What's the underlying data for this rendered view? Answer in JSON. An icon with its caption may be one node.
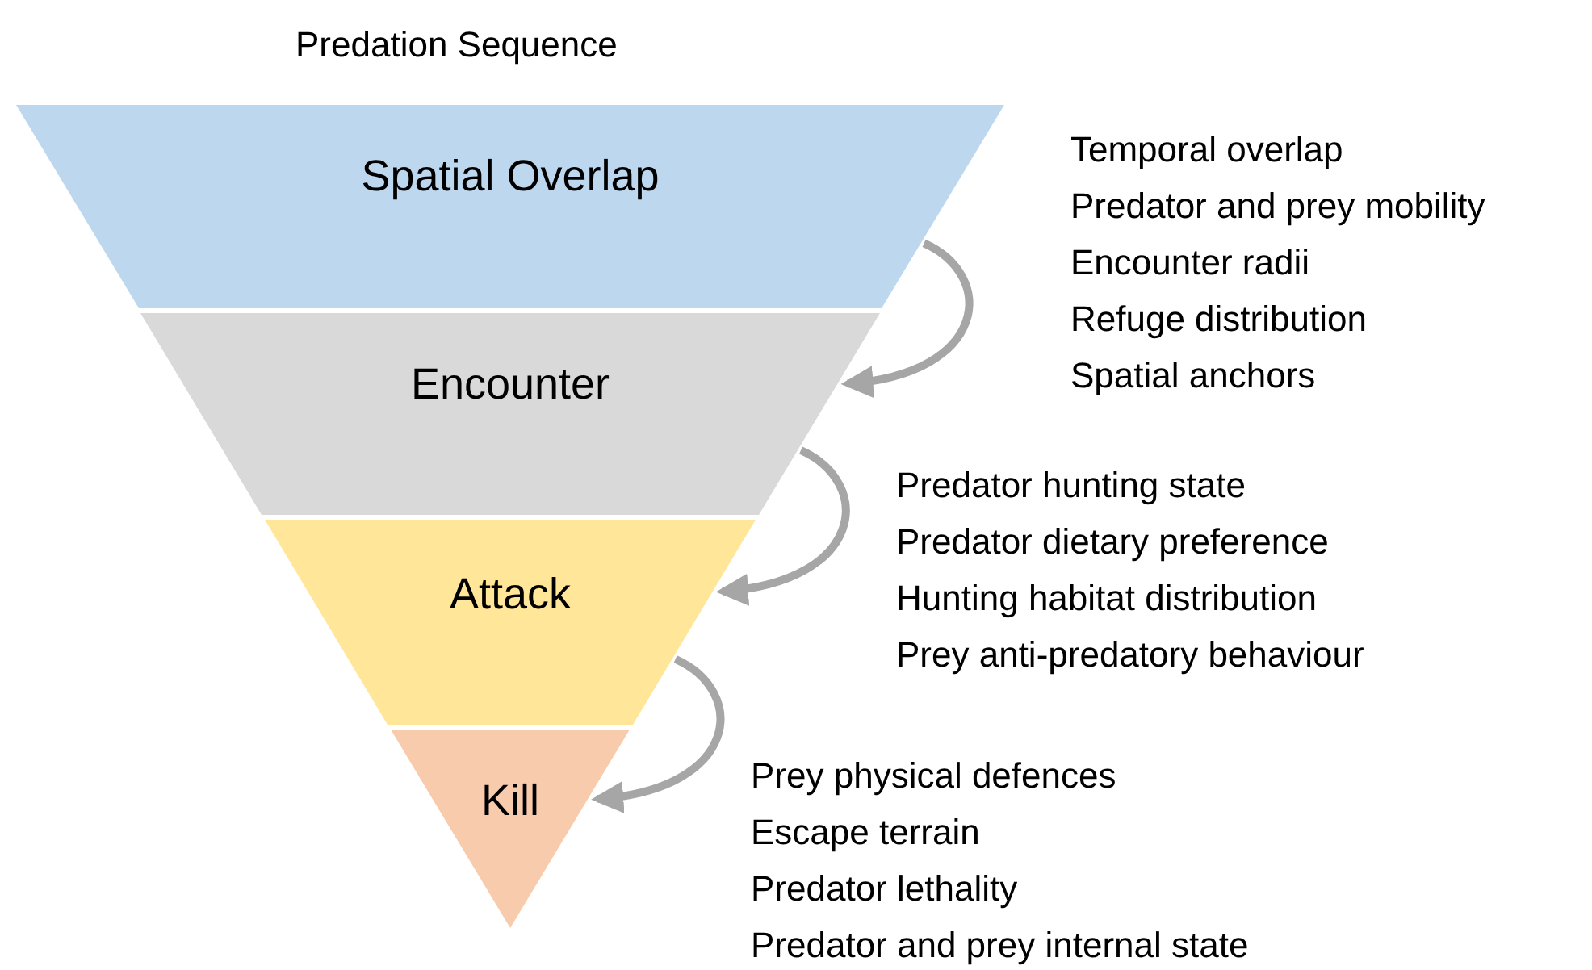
{
  "diagram": {
    "title": "Predation Sequence",
    "nodes": [
      {
        "text": [
          "Spatial Overlap"
        ],
        "beside": [
          "Temporal overlap",
          "Predator and prey mobility",
          "Encounter radii",
          "Refuge distribution",
          "Spatial anchors"
        ]
      },
      {
        "text": [
          "Encounter"
        ],
        "beside": [
          "Predator hunting state",
          "Predator dietary preference",
          "Hunting habitat distribution",
          "Prey anti-predatory behaviour"
        ]
      },
      {
        "text": [
          "Attack"
        ],
        "beside": [
          "Prey physical defences",
          "Escape terrain",
          "Predator lethality",
          "Predator and prey internal state"
        ]
      },
      {
        "text": [
          "Kill"
        ]
      }
    ],
    "edges": [
      {
        "from": 0,
        "to": 1,
        "arrow": "to"
      },
      {
        "from": 1,
        "to": 2,
        "arrow": "to"
      },
      {
        "from": 2,
        "to": 3,
        "arrow": "to"
      }
    ]
  }
}
